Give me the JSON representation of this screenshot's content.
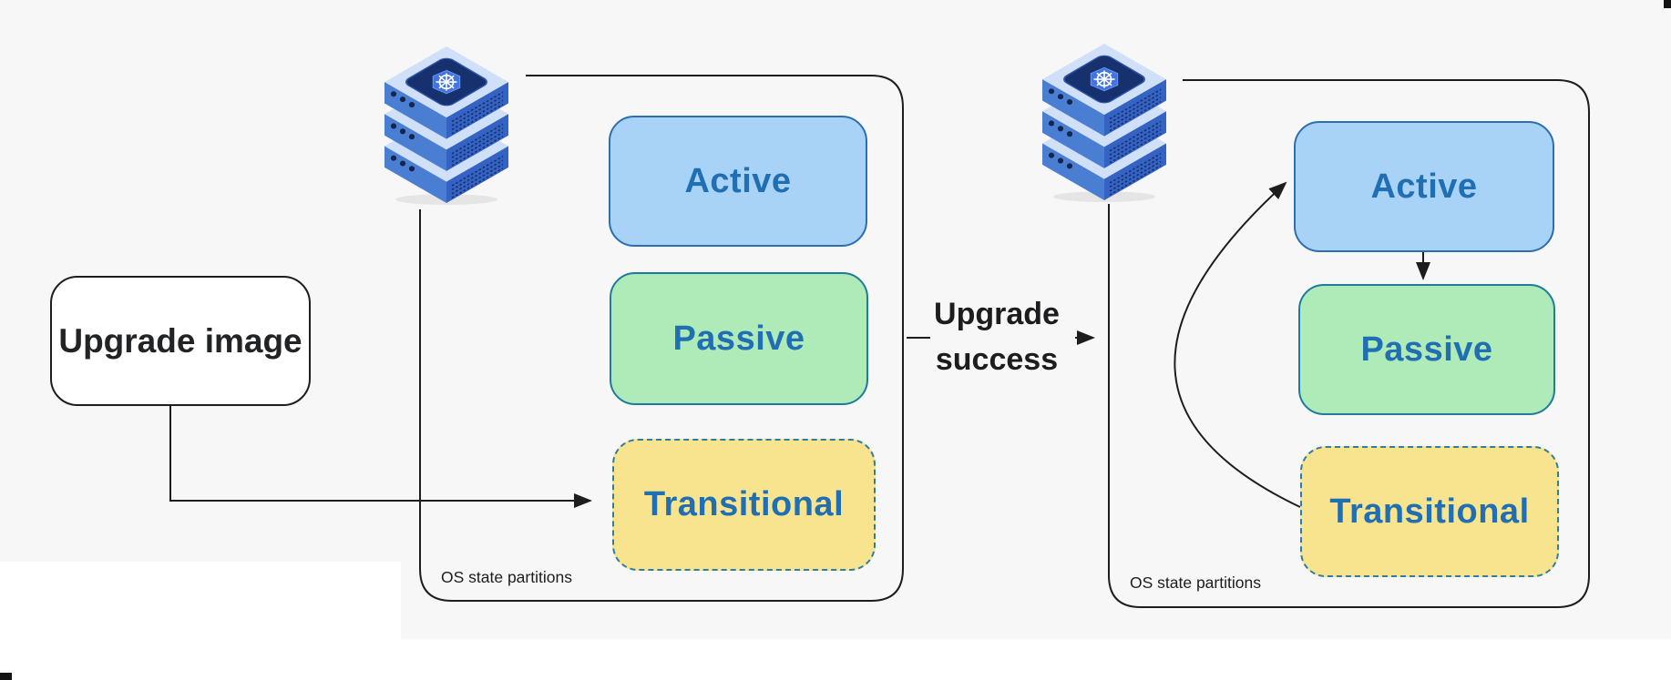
{
  "palette": {
    "canvas_bg": "#f7f7f8",
    "margin_white": "#ffffff",
    "wire_black": "#1d1d1f",
    "active_fill": "#a8d3f6",
    "active_border": "#2d6eae",
    "passive_fill": "#afeab9",
    "passive_border": "#1f7b9d",
    "transitional_fill": "#f8e48f",
    "transitional_border": "#2e7ea3",
    "partition_text": "#1f6fb2",
    "server_face_blue": "#4a7ed2",
    "server_navy": "#16316e",
    "kubernetes_blue": "#4374e0"
  },
  "upgrade_image_box": {
    "label": "Upgrade image"
  },
  "transition": {
    "label": "Upgrade success",
    "line1": "Upgrade",
    "line2": "success"
  },
  "left_cluster": {
    "caption": "OS state partitions",
    "server_icon": "kubernetes-server-stack",
    "partitions": [
      {
        "id": "active",
        "label": "Active"
      },
      {
        "id": "passive",
        "label": "Passive"
      },
      {
        "id": "transitional",
        "label": "Transitional"
      }
    ]
  },
  "right_cluster": {
    "caption": "OS state partitions",
    "server_icon": "kubernetes-server-stack",
    "partitions": [
      {
        "id": "active",
        "label": "Active"
      },
      {
        "id": "passive",
        "label": "Passive"
      },
      {
        "id": "transitional",
        "label": "Transitional"
      }
    ]
  },
  "edges": [
    {
      "from": "upgrade-image",
      "to": "left-transitional",
      "style": "elbow-arrow"
    },
    {
      "from": "left-cluster",
      "to": "right-cluster",
      "label": "Upgrade success",
      "style": "interrupted-arrow"
    },
    {
      "from": "right-transitional",
      "to": "right-active",
      "style": "curved-arrow"
    },
    {
      "from": "right-active",
      "to": "right-passive",
      "style": "straight-arrow"
    }
  ]
}
